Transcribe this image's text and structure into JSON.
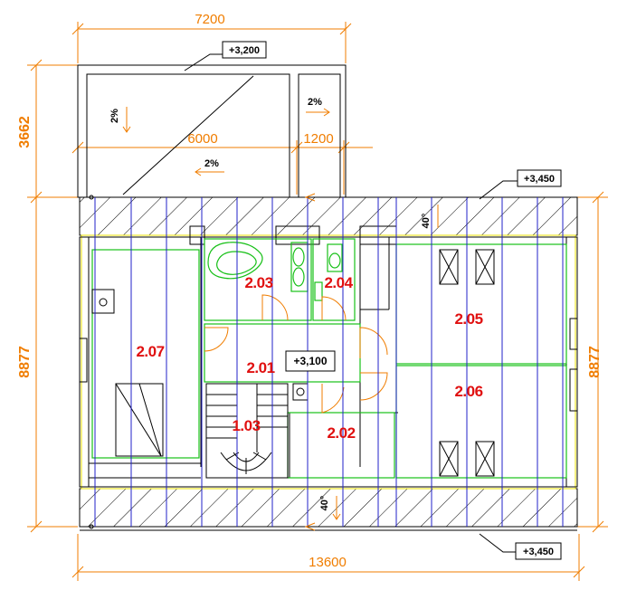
{
  "dimensions": {
    "top_overall": "7200",
    "top_left": "6000",
    "top_right": "1200",
    "left_top": "3662",
    "left_main": "8877",
    "right_main": "8877",
    "bottom_overall": "13600"
  },
  "levels": {
    "balcony": "+3,200",
    "ridge_top": "+3,450",
    "floor": "+3,100",
    "ridge_bottom": "+3,450"
  },
  "slopes": {
    "balcony_left": "2%",
    "balcony_center": "2%",
    "balcony_right": "2%",
    "roof_top_angle": "40°",
    "roof_bottom_angle": "40°"
  },
  "rooms": {
    "r201": "2.01",
    "r202": "2.02",
    "r203": "2.03",
    "r204": "2.04",
    "r205": "2.05",
    "r206": "2.06",
    "r207": "2.07",
    "r103": "1.03"
  },
  "colors": {
    "dimension": "#f07d00",
    "room_label": "#e01010",
    "rafter": "#2020c8",
    "partition": "#18c018",
    "roof_edge": "#e8e000"
  }
}
